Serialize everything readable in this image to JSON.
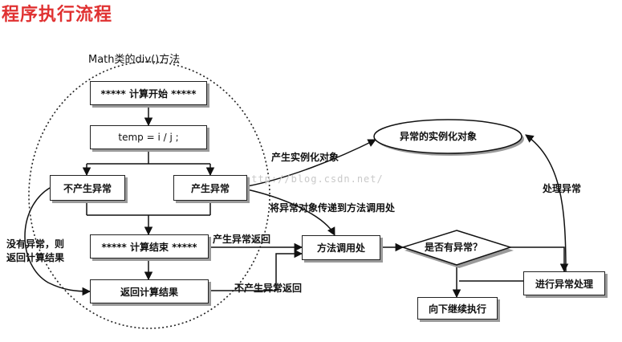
{
  "title": "程序执行流程",
  "watermark": "http://blog.csdn.net/",
  "scope_label": "Math类的div()方法",
  "nodes": {
    "start": "***** 计算开始 *****",
    "temp": "temp = i / j ;",
    "no_exception": "不产生异常",
    "exception": "产生异常",
    "end": "***** 计算结束 *****",
    "return_result": "返回计算结果",
    "instance": "异常的实例化对象",
    "call_site": "方法调用处",
    "decision": "是否有异常？",
    "continue": "向下继续执行",
    "handle": "进行异常处理"
  },
  "edge_labels": {
    "create_instance": "产生实例化对象",
    "pass_to_caller": "将异常对象传递到方法调用处",
    "exception_return": "产生异常返回",
    "no_exception_return": "不产生异常返回",
    "no_exception_line1": "没有异常，则",
    "no_exception_line2": "返回计算结果",
    "handle_exception": "处理异常"
  }
}
